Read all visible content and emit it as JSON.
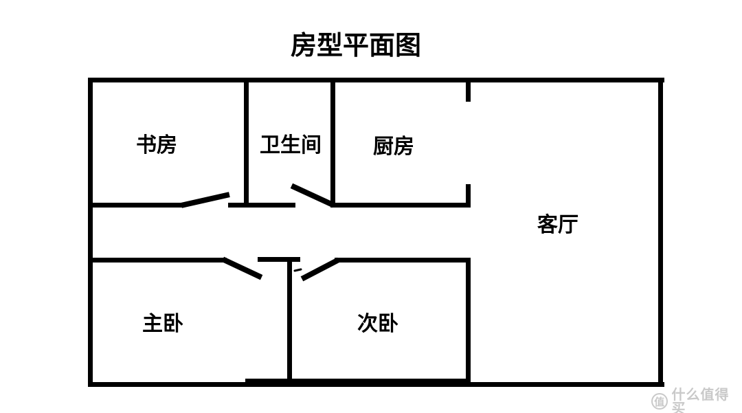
{
  "title": "房型平面图",
  "rooms": {
    "study": {
      "label": "书房"
    },
    "bathroom": {
      "label": "卫生间"
    },
    "kitchen": {
      "label": "厨房"
    },
    "living": {
      "label": "客厅"
    },
    "master": {
      "label": "主卧"
    },
    "second": {
      "label": "次卧"
    }
  },
  "watermark": {
    "logo_char": "值",
    "text": "什么值得买"
  },
  "colors": {
    "wall": "#000000",
    "label_text": "#000000",
    "watermark": "#c9c9c9",
    "background": "#ffffff"
  }
}
